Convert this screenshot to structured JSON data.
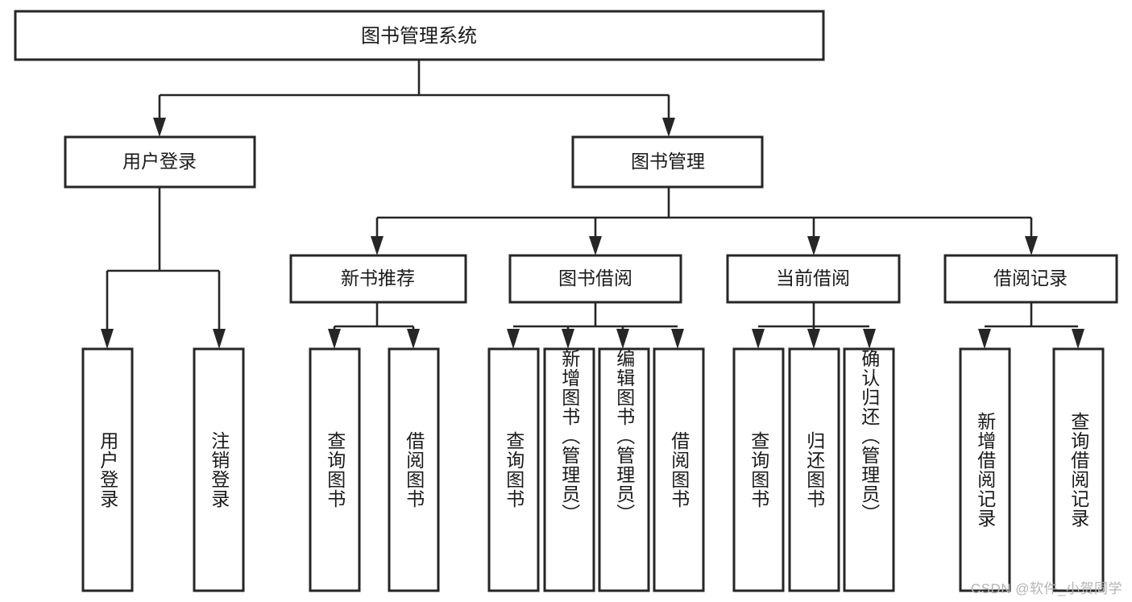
{
  "diagram": {
    "type": "tree",
    "title": "图书管理系统",
    "watermark": "CSDN @软件_小贺同学",
    "colors": {
      "stroke": "#262626",
      "fill": "#ffffff",
      "text": "#1a1a1a",
      "watermark": "#b3b3b3"
    },
    "root": {
      "label": "图书管理系统"
    },
    "level2": [
      {
        "label": "用户登录"
      },
      {
        "label": "图书管理"
      }
    ],
    "level3": [
      {
        "label": "新书推荐"
      },
      {
        "label": "图书借阅"
      },
      {
        "label": "当前借阅"
      },
      {
        "label": "借阅记录"
      }
    ],
    "leaves_user_login": [
      {
        "label": "用户登录"
      },
      {
        "label": "注销登录"
      }
    ],
    "leaves_new_book": [
      {
        "label": "查询图书"
      },
      {
        "label": "借阅图书"
      }
    ],
    "leaves_borrow": [
      {
        "label": "查询图书"
      },
      {
        "label": "新增图书（管理员）"
      },
      {
        "label": "编辑图书（管理员）"
      },
      {
        "label": "借阅图书"
      }
    ],
    "leaves_current": [
      {
        "label": "查询图书"
      },
      {
        "label": "归还图书"
      },
      {
        "label": "确认归还（管理员）"
      }
    ],
    "leaves_records": [
      {
        "label": "新增借阅记录"
      },
      {
        "label": "查询借阅记录"
      }
    ]
  }
}
